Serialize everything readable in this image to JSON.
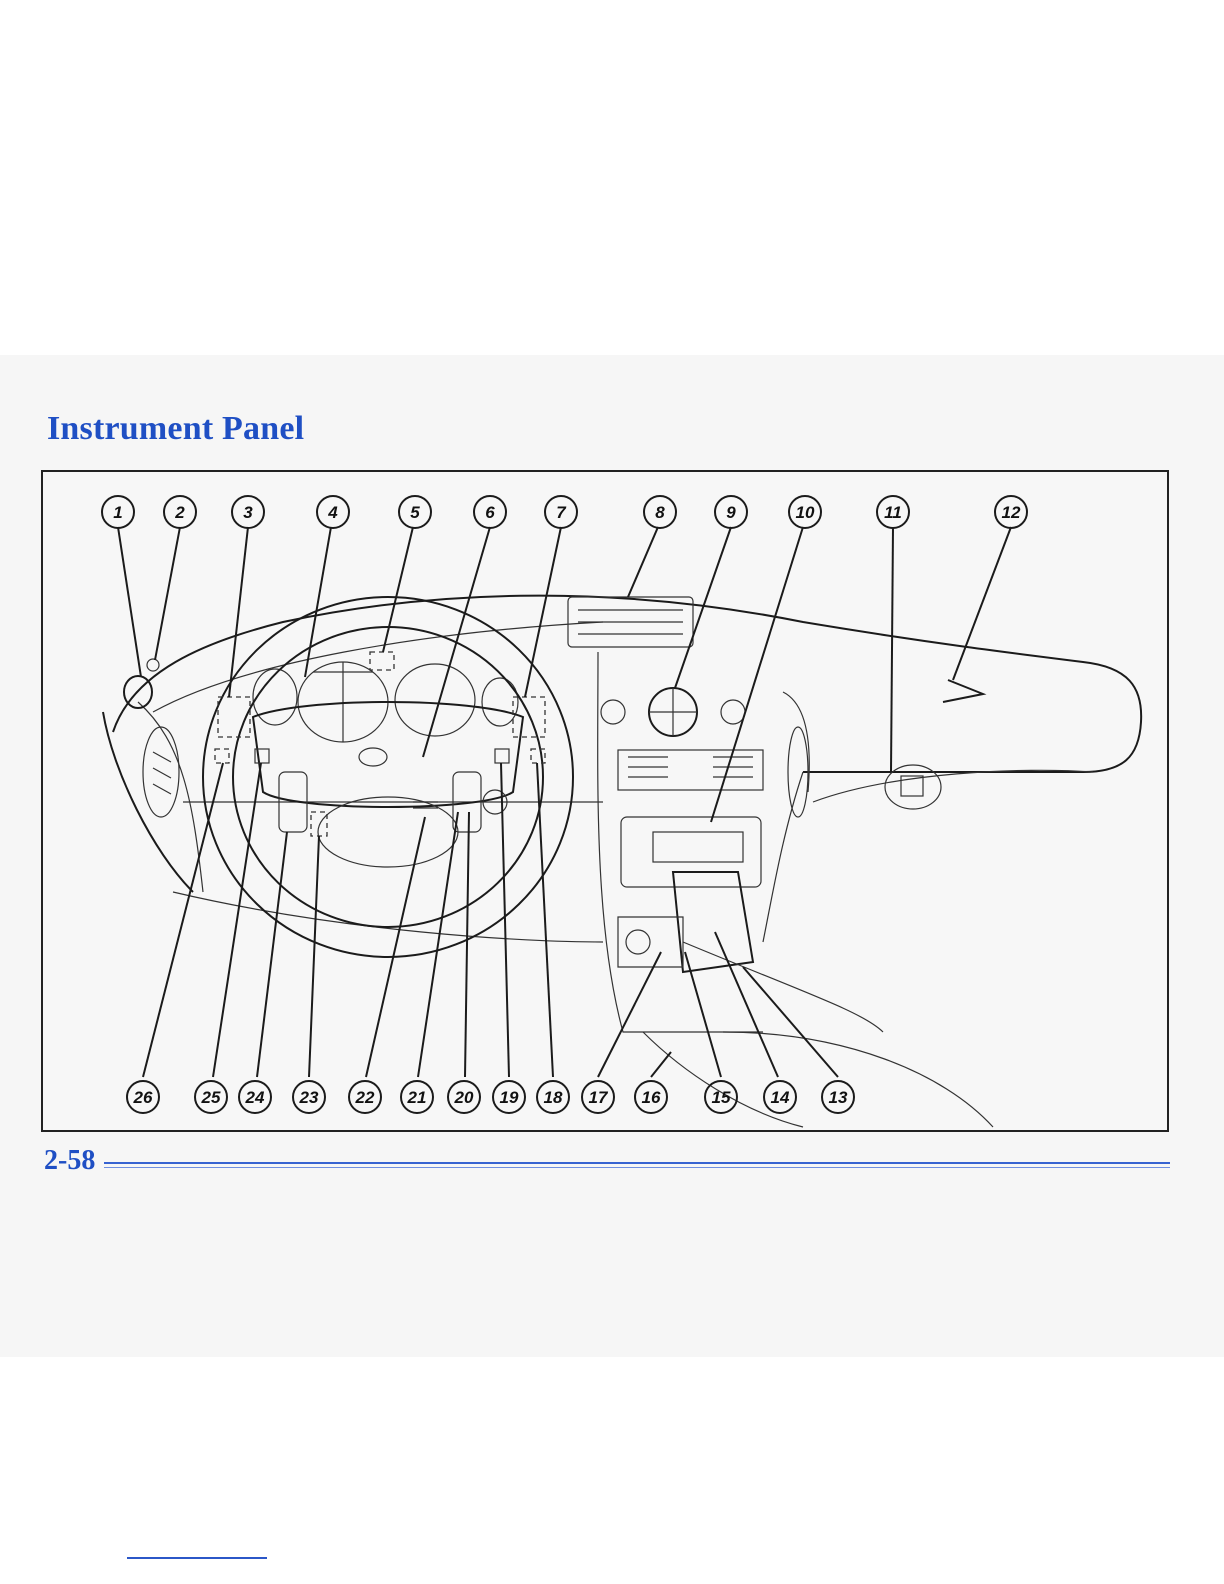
{
  "section_title": "Instrument Panel",
  "page_number": "2-58",
  "figure": {
    "callouts": [
      "1",
      "2",
      "3",
      "4",
      "5",
      "6",
      "7",
      "8",
      "9",
      "10",
      "11",
      "12",
      "13",
      "14",
      "15",
      "16",
      "17",
      "18",
      "19",
      "20",
      "21",
      "22",
      "23",
      "24",
      "25",
      "26"
    ]
  }
}
